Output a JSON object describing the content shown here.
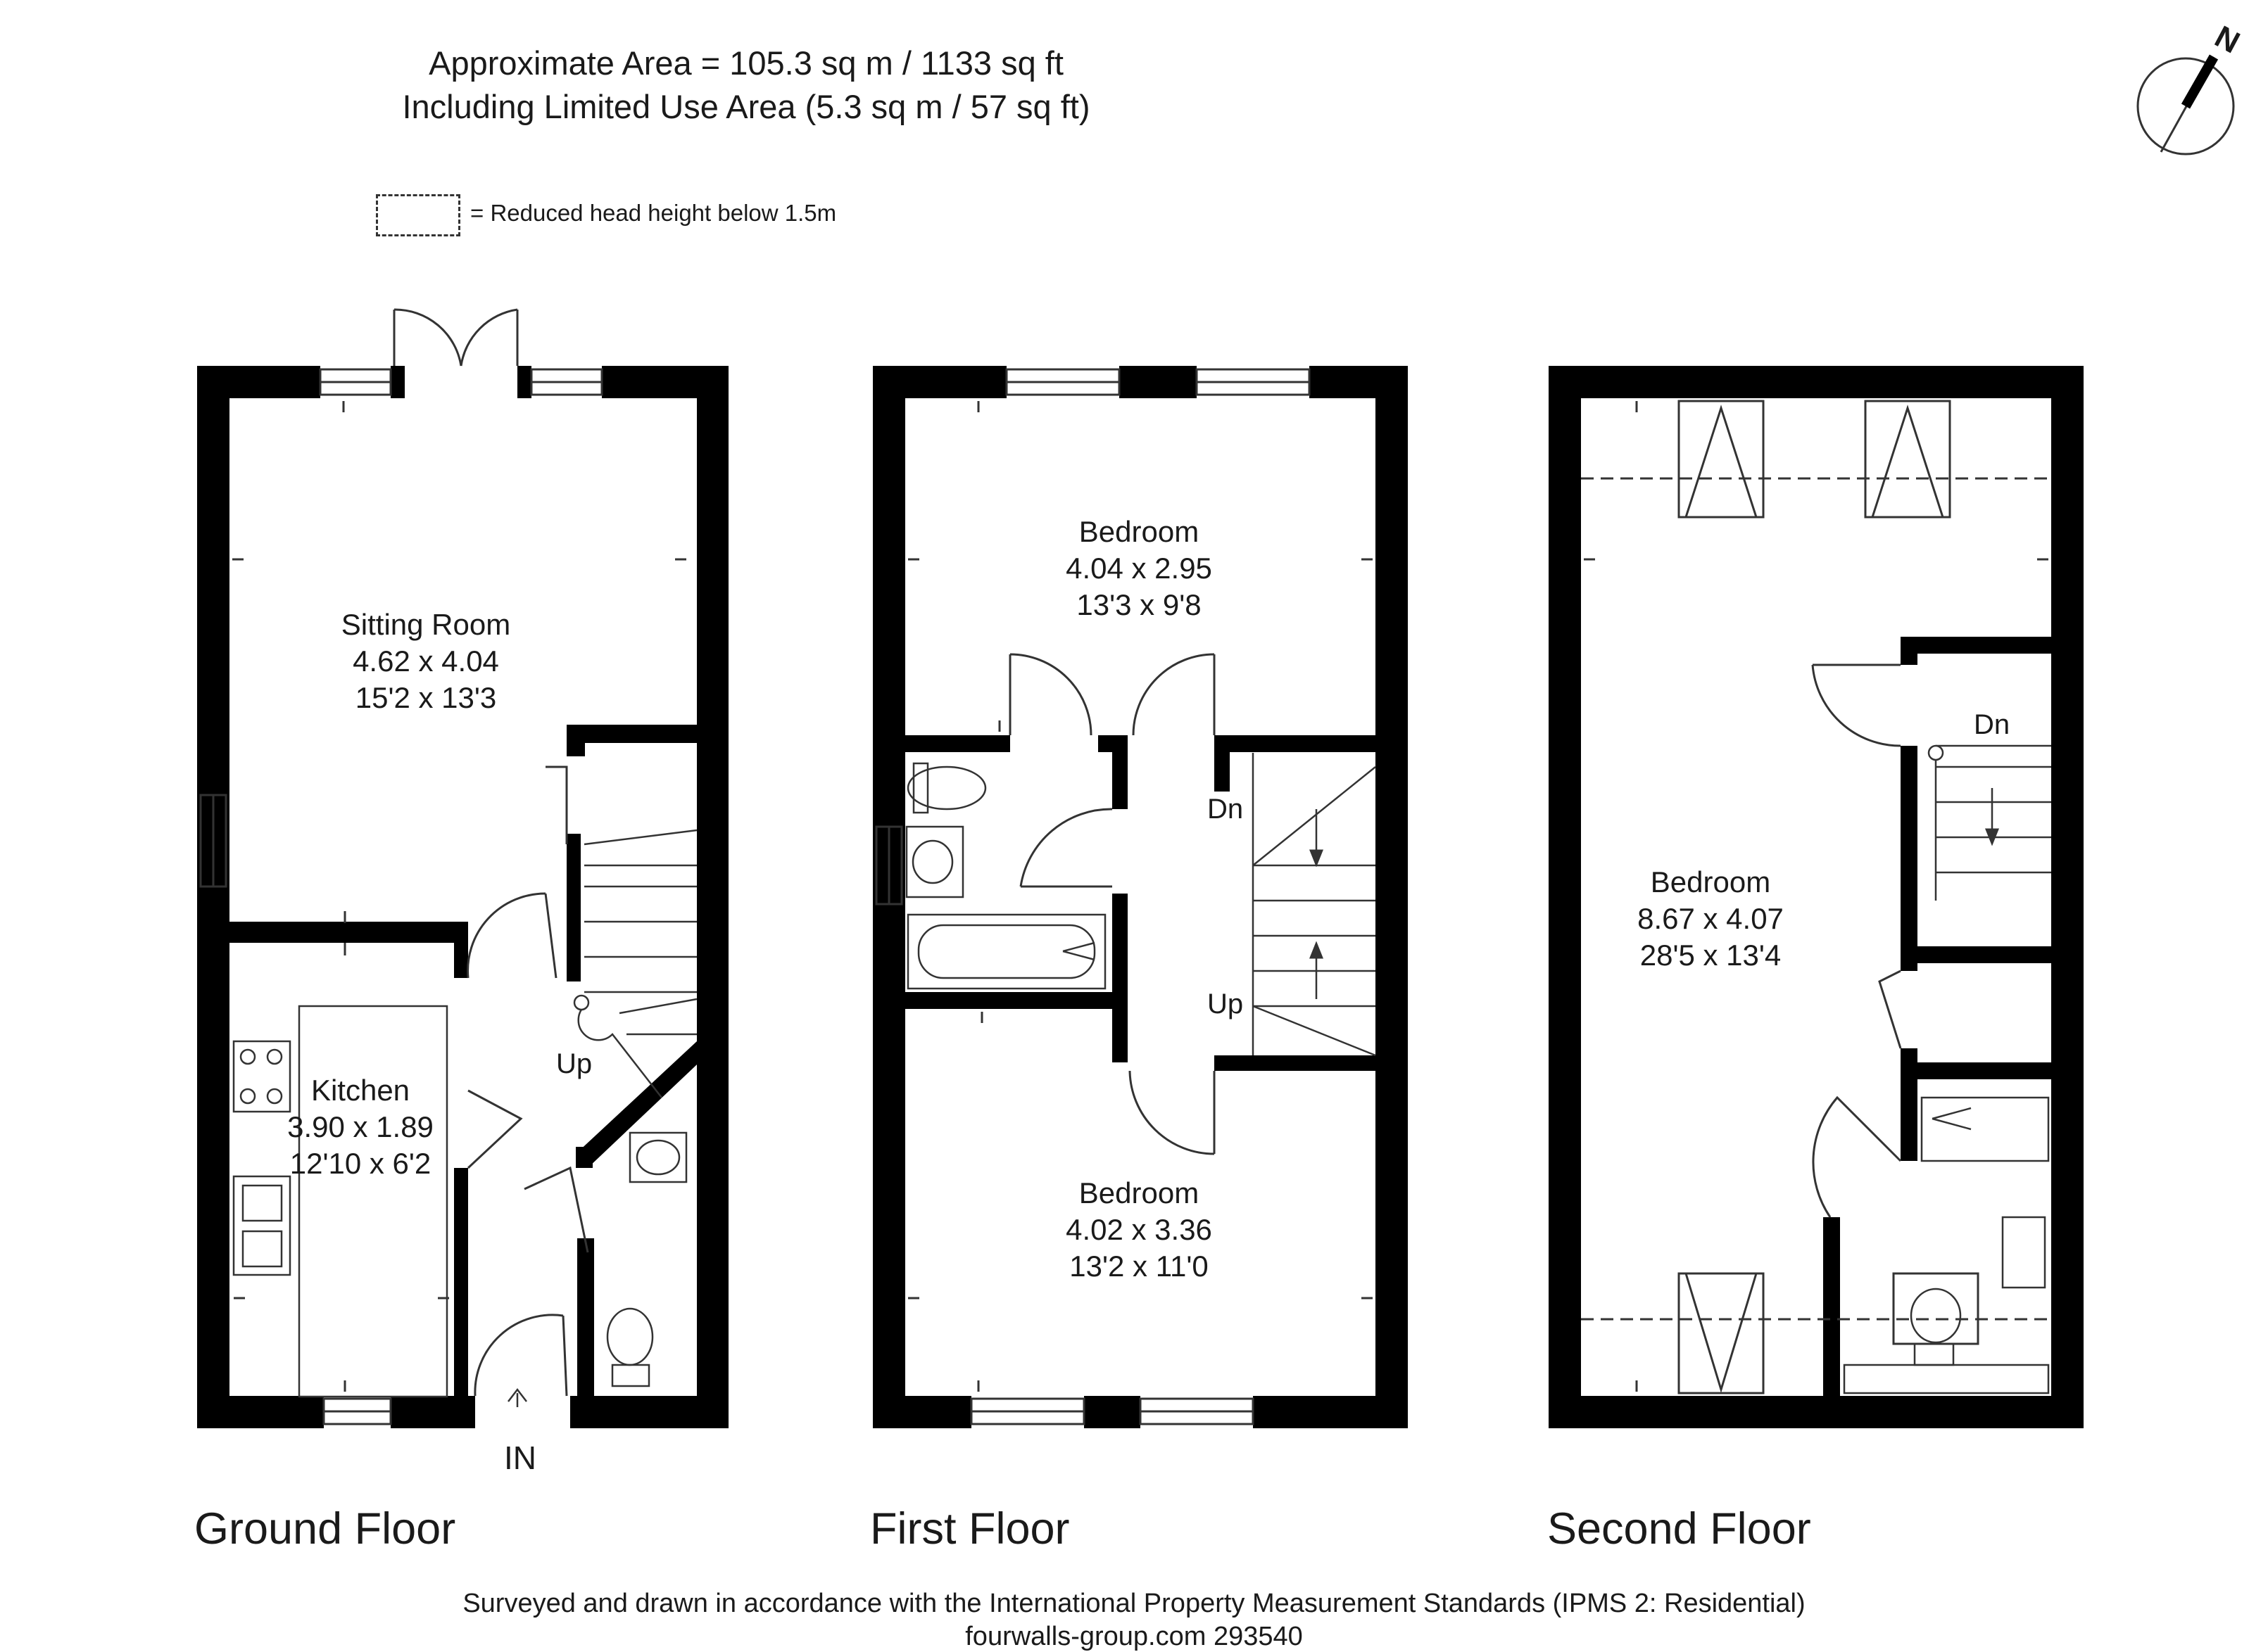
{
  "header": {
    "area_line": "Approximate  Area = 105.3 sq m / 1133 sq ft",
    "limited_line": "Including Limited Use Area (5.3 sq m / 57 sq ft)"
  },
  "legend": {
    "text": "= Reduced head height below 1.5m"
  },
  "compass": {
    "label": "N"
  },
  "rooms": {
    "sitting": {
      "name": "Sitting Room",
      "metric": "4.62 x 4.04",
      "imperial": "15'2 x 13'3"
    },
    "kitchen": {
      "name": "Kitchen",
      "metric": "3.90 x 1.89",
      "imperial": "12'10 x 6'2"
    },
    "bed_ff_top": {
      "name": "Bedroom",
      "metric": "4.04 x 2.95",
      "imperial": "13'3 x 9'8"
    },
    "bed_ff_bottom": {
      "name": "Bedroom",
      "metric": "4.02 x 3.36",
      "imperial": "13'2 x 11'0"
    },
    "bed_sf": {
      "name": "Bedroom",
      "metric": "8.67 x 4.07",
      "imperial": "28'5 x 13'4"
    }
  },
  "stair_labels": {
    "gf_up": "Up",
    "ff_dn": "Dn",
    "ff_up": "Up",
    "sf_dn": "Dn"
  },
  "entrance": {
    "label": "IN"
  },
  "floors": {
    "ground": "Ground Floor",
    "first": "First Floor",
    "second": "Second Floor"
  },
  "footer": {
    "line1": "Surveyed and drawn in accordance with the International Property Measurement Standards (IPMS 2: Residential)",
    "line2": "fourwalls-group.com 293540"
  }
}
